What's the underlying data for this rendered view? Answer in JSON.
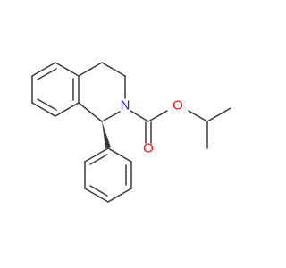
{
  "molecule": {
    "atoms": [
      {
        "label": "N",
        "color": "#2323ff"
      },
      {
        "label": "O",
        "color": "#ff0d0d"
      },
      {
        "label": "O",
        "color": "#ff0d0d"
      }
    ],
    "bond_color": "#3a3a3a"
  }
}
